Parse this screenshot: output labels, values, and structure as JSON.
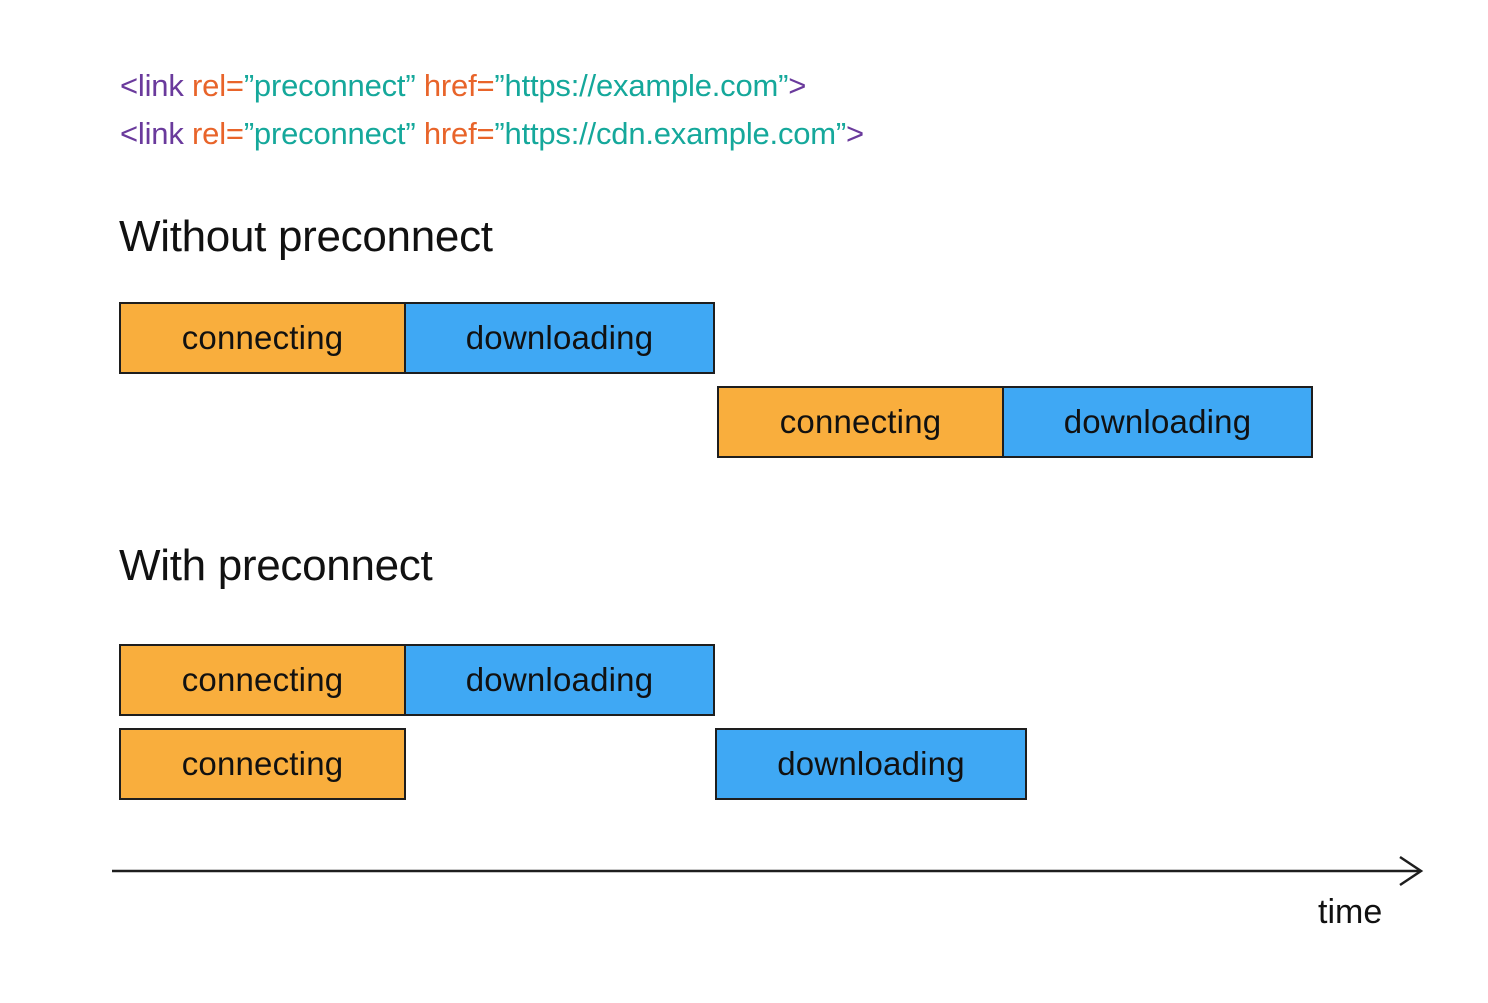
{
  "code": [
    [
      {
        "text": "<link ",
        "role": "tag"
      },
      {
        "text": "rel=",
        "role": "attr"
      },
      {
        "text": "”preconnect”",
        "role": "value"
      },
      {
        "text": " ",
        "role": "tag"
      },
      {
        "text": "href=",
        "role": "attr"
      },
      {
        "text": "”https://example.com”",
        "role": "value"
      },
      {
        "text": ">",
        "role": "tag"
      }
    ],
    [
      {
        "text": "<link ",
        "role": "tag"
      },
      {
        "text": "rel=",
        "role": "attr"
      },
      {
        "text": "”preconnect”",
        "role": "value"
      },
      {
        "text": " ",
        "role": "tag"
      },
      {
        "text": "href=",
        "role": "attr"
      },
      {
        "text": "”https://cdn.example.com”",
        "role": "value"
      },
      {
        "text": ">",
        "role": "tag"
      }
    ]
  ],
  "colors": {
    "tag": "#6a3a9c",
    "attr": "#e8642a",
    "value": "#15a89b",
    "connecting": "#f9ae3d",
    "downloading": "#3fa8f4"
  },
  "sections": {
    "without": {
      "title": "Without preconnect",
      "rows": [
        [
          {
            "label": "connecting",
            "kind": "connect"
          },
          {
            "label": "downloading",
            "kind": "download"
          }
        ],
        [
          {
            "label": "connecting",
            "kind": "connect"
          },
          {
            "label": "downloading",
            "kind": "download"
          }
        ]
      ]
    },
    "with": {
      "title": "With preconnect",
      "rows": [
        [
          {
            "label": "connecting",
            "kind": "connect"
          },
          {
            "label": "downloading",
            "kind": "download"
          }
        ],
        [
          {
            "label": "connecting",
            "kind": "connect"
          },
          {
            "label": "downloading",
            "kind": "download"
          }
        ]
      ]
    }
  },
  "axis": {
    "label": "time"
  }
}
